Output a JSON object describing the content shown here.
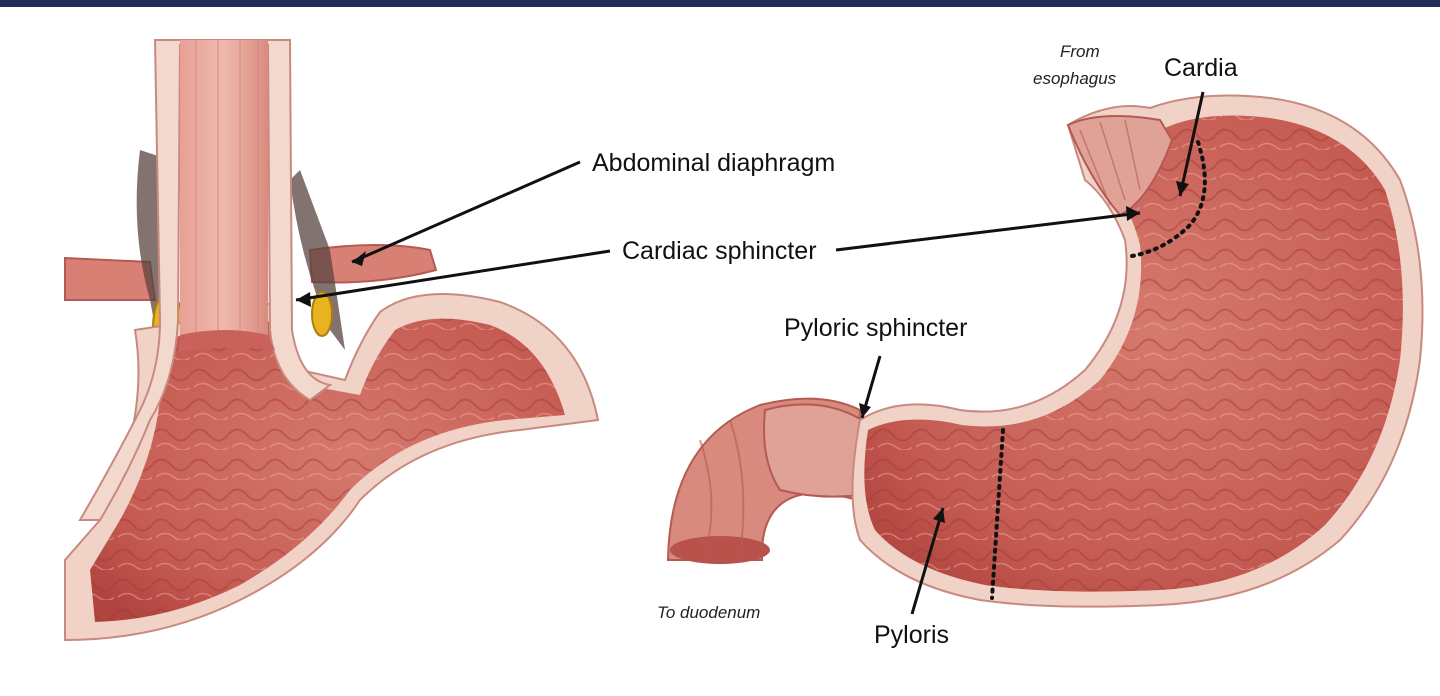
{
  "colors": {
    "top_bar": "#1f2d5a",
    "tissue_light": "#e9a79c",
    "tissue_mid": "#d9766a",
    "tissue_dark": "#b8443f",
    "wall_layer": "#f3d3c6",
    "fat_yellow": "#e9b320"
  },
  "labels": {
    "abdominal_diaphragm": "Abdominal diaphragm",
    "cardiac_sphincter": "Cardiac sphincter",
    "cardia": "Cardia",
    "pyloric_sphincter": "Pyloric sphincter",
    "pyloris": "Pyloris",
    "from_esophagus_line1": "From",
    "from_esophagus_line2": "esophagus",
    "to_duodenum": "To duodenum"
  },
  "icons": {
    "left_illustration": "esophagus-diaphragm-cross-section-illustration",
    "right_illustration": "stomach-cross-section-illustration"
  }
}
